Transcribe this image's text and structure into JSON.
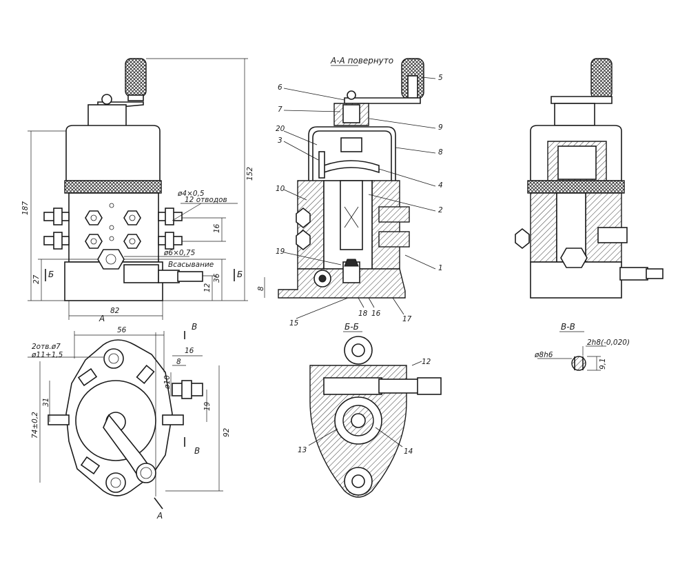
{
  "views": {
    "front": {
      "dims": {
        "height_total": "152",
        "height_body": "187",
        "d_outlets": "ø4×0,5",
        "outlets_count": "12 отводов",
        "d_inlet": "ø6×0,75",
        "inlet_label": "Всасывание",
        "d16": "16",
        "d36": "36",
        "d27": "27",
        "d12": "12",
        "d8": "8",
        "width": "82"
      },
      "section_mark_b": "Б"
    },
    "section_aa": {
      "title": "А-А повернуто",
      "leaders": [
        "6",
        "7",
        "20",
        "3",
        "10",
        "19",
        "15",
        "18",
        "16",
        "17",
        "1",
        "2",
        "4",
        "8",
        "9",
        "5"
      ]
    },
    "right": {
      "section_mark": "В-В"
    },
    "top": {
      "holes_note": "2отв.ø7",
      "d11": "ø11+1,5",
      "d56": "56",
      "d16": "16",
      "d8": "8",
      "d10": "ø10",
      "d31": "31",
      "d74": "74±0,2",
      "d92": "92",
      "d19": "19",
      "mark_a": "А",
      "mark_b": "В"
    },
    "section_bb": {
      "title": "Б-Б",
      "leaders": [
        "12",
        "13",
        "14"
      ]
    },
    "section_vv": {
      "title": "В-В",
      "d_shaft": "ø8h6",
      "d_flat": "2h8(-0,020)",
      "d_91": "9,1"
    }
  },
  "marks": {
    "A": "А"
  }
}
